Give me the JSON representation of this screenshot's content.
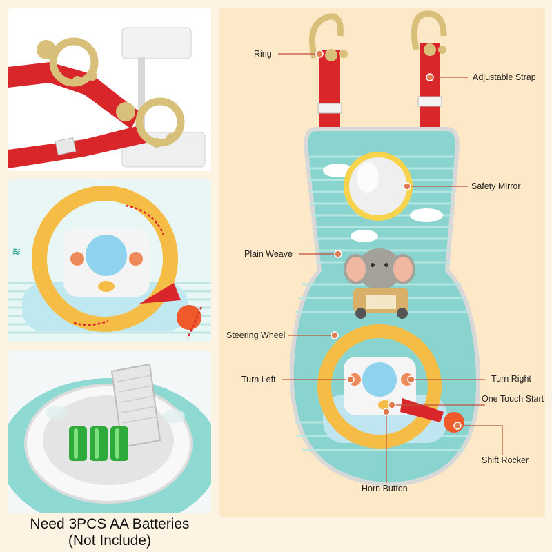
{
  "callouts": {
    "ring": "Ring",
    "adjustable_strap": "Adjustable Strap",
    "safety_mirror": "Safety Mirror",
    "plain_weave": "Plain Weave",
    "steering_wheel": "Steering Wheel",
    "turn_left": "Turn Left",
    "turn_right": "Turn Right",
    "one_touch_start": "One Touch Start",
    "shift_rocker": "Shift Rocker",
    "horn_button": "Horn Button"
  },
  "battery_note": {
    "line1": "Need 3PCS AA Batteries",
    "line2": "(Not Include)"
  },
  "colors": {
    "background": "#fdf3e3",
    "main_panel": "#fde9c8",
    "strap_red": "#d9262b",
    "ring_tan": "#d9c07a",
    "board_teal": "#7fd0cc",
    "wheel_yellow": "#f5bd46",
    "callout_line": "#c0503a",
    "callout_dot": "#e07a4f"
  },
  "icons": [
    "ring-icon",
    "mirror-icon",
    "elephant-icon",
    "steering-wheel-icon",
    "battery-icon",
    "arrow-icon"
  ]
}
